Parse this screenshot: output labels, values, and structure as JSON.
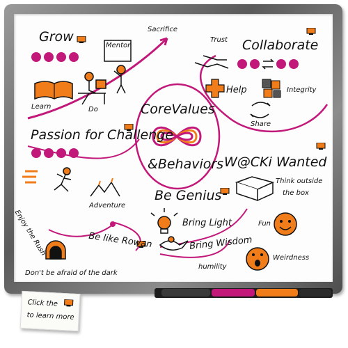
{
  "colors": {
    "magenta": "#c2187a",
    "orange": "#f07d1a",
    "frame": "#6b6b6b"
  },
  "sections": {
    "grow": {
      "title": "Grow",
      "learn": "Learn",
      "do": "Do",
      "mentor": "Mentor",
      "sacrifice": "Sacrifice"
    },
    "collaborate": {
      "title": "Collaborate",
      "trust": "Trust",
      "help": "Help",
      "integrity": "Integrity",
      "share": "Share"
    },
    "center": {
      "line1": "CoreValues",
      "line2": "&Behaviors"
    },
    "passion": {
      "title": "Passion for Challenge",
      "enjoy": "Enjoy the Rush",
      "adventure": "Adventure",
      "rowan": "Be like Rowan",
      "dark": "Don't be afraid of the dark"
    },
    "wacki": {
      "title": "W@CKi Wanted",
      "think": "Think outside",
      "box": "the box",
      "fun": "Fun",
      "weirdness": "Weirdness"
    },
    "genius": {
      "title": "Be Genius",
      "light": "Bring Light",
      "wisdom": "Bring Wisdom",
      "humility": "humility"
    }
  },
  "note": {
    "line1": "Click the",
    "line2": "to learn more"
  },
  "icons": [
    "computer-icon",
    "book-icon",
    "desk-worker-icon",
    "presenter-icon",
    "handshake-icon",
    "plus-icon",
    "puzzle-icon",
    "arrows-icon",
    "runner-icon",
    "mountains-icon",
    "tunnel-icon",
    "box-icon",
    "lightbulb-icon",
    "genie-lamp-icon",
    "smiley-icon",
    "infinity-logo-icon"
  ]
}
